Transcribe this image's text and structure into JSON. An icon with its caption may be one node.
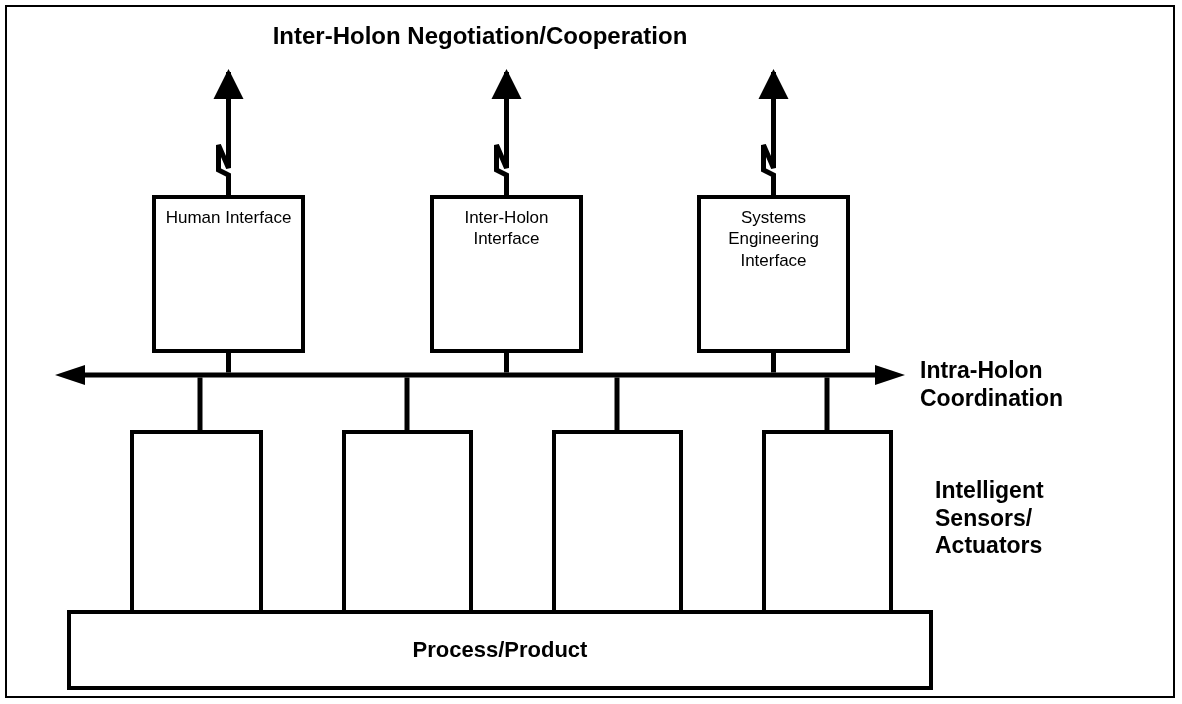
{
  "diagram": {
    "title": "Inter-Holon Negotiation/Cooperation",
    "nodes": [
      {
        "text": [
          "Human Interface"
        ]
      },
      {
        "text": [
          "Inter-Holon Interface"
        ]
      },
      {
        "text": [
          "Systems Engineering Interface"
        ]
      },
      {
        "text": [],
        "shape": "bar"
      },
      {
        "text": [],
        "shape": "box"
      },
      {
        "text": [],
        "shape": "box"
      },
      {
        "text": [],
        "shape": "box"
      },
      {
        "text": [],
        "shape": "box"
      },
      {
        "text": [
          "Process/Product"
        ]
      }
    ],
    "edges": [
      {
        "from": 0,
        "to": null,
        "arrow": "to"
      },
      {
        "from": 1,
        "to": null,
        "arrow": "to"
      },
      {
        "from": 2,
        "to": null,
        "arrow": "to"
      },
      {
        "from": 0,
        "to": 3,
        "arrow": "none"
      },
      {
        "from": 1,
        "to": 3,
        "arrow": "none"
      },
      {
        "from": 2,
        "to": 3,
        "arrow": "none"
      },
      {
        "from": 3,
        "to": 4,
        "arrow": "none"
      },
      {
        "from": 3,
        "to": 5,
        "arrow": "none"
      },
      {
        "from": 3,
        "to": 6,
        "arrow": "none"
      },
      {
        "from": 3,
        "to": 7,
        "arrow": "none"
      }
    ],
    "labels": [
      "Intra-Holon Coordination",
      "Intelligent Sensors/ Actuators"
    ]
  }
}
